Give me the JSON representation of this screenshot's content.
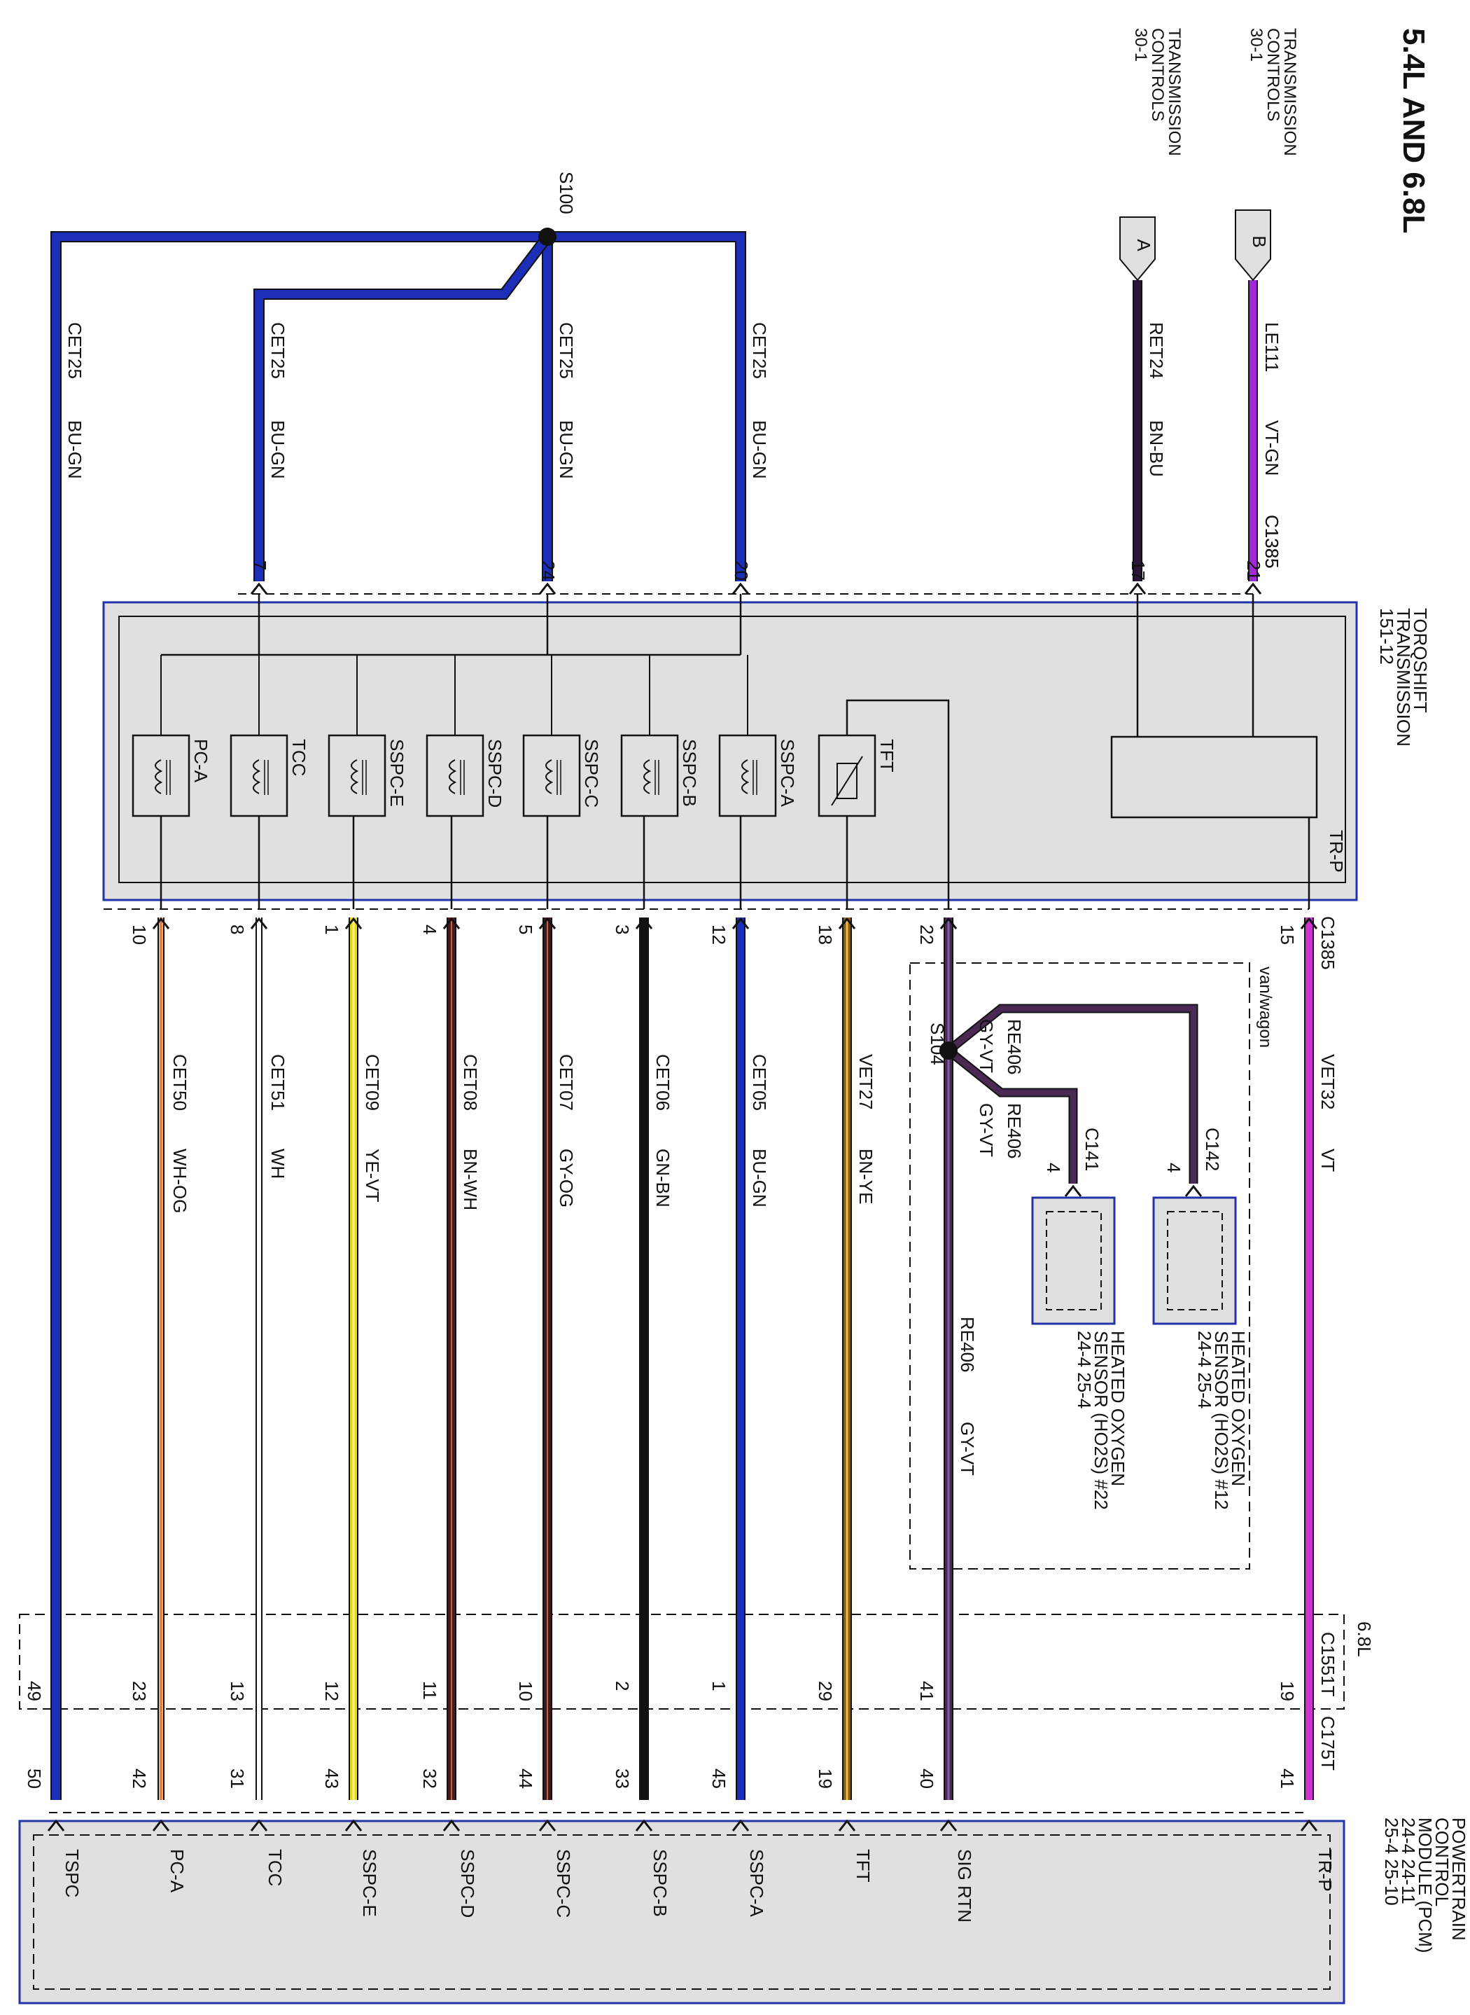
{
  "title": "5.4L AND 6.8L",
  "colors": {
    "BU-GN": "#1c2eb8",
    "VT-GN": "#a02bd6",
    "BN-BU": "#2a1638",
    "VT": "#cc33cc",
    "GY-VT": "#4a2a55",
    "BN-YE": "#8a5a1a",
    "GN-BN": "#111111",
    "GY-OG": "#3a1a1a",
    "BN-WH": "#4a1a1a",
    "YE-VT": "#e8d820",
    "WH": "#ffffff",
    "WH-OG": "#f0b080",
    "box_fill": "#e0e0e0",
    "box_border": "#2233aa"
  },
  "refs": {
    "A": {
      "letter": "A",
      "label": [
        "TRANSMISSION",
        "CONTROLS",
        "30-1"
      ]
    },
    "B": {
      "letter": "B",
      "label": [
        "TRANSMISSION",
        "CONTROLS",
        "30-1"
      ]
    }
  },
  "splices": {
    "s100": "S100",
    "s104": "S104"
  },
  "connectors": {
    "c1385_top": "C1385",
    "c1385_bottom": "C1385",
    "c1551t": "C1551T",
    "c175t": "C175T",
    "c141": "C141",
    "c142": "C142"
  },
  "transmission": {
    "label": [
      "TORQSHIFT",
      "TRANSMISSION",
      "151-12"
    ]
  },
  "pcm": {
    "label": [
      "POWERTRAIN",
      "CONTROL",
      "MODULE (PCM)",
      "24-4    24-11",
      "25-4    25-10"
    ]
  },
  "option_68": "6.8L",
  "vanwagon": "van/wagon",
  "components": [
    "TFT",
    "SSPC-A",
    "SSPC-B",
    "SSPC-C",
    "SSPC-D",
    "SSPC-E",
    "TCC",
    "PC-A"
  ],
  "trp_label": "TR-P",
  "sensors": {
    "ho2s12": {
      "label": [
        "HEATED OXYGEN",
        "SENSOR (HO2S) #12",
        "24-4    25-4"
      ],
      "pin": "4"
    },
    "ho2s22": {
      "label": [
        "HEATED OXYGEN",
        "SENSOR (HO2S) #22",
        "24-4    25-4"
      ],
      "pin": "4"
    }
  },
  "top_wires": [
    {
      "circuit": "LE111",
      "color": "VT-GN",
      "pin": "21",
      "connector": "C1385"
    },
    {
      "circuit": "RET24",
      "color": "BN-BU",
      "pin": "17"
    },
    {
      "circuit": "CET25",
      "color": "BU-GN",
      "pin": "20"
    },
    {
      "circuit": "CET25",
      "color": "BU-GN",
      "pin": "24"
    },
    {
      "circuit": "CET25",
      "color": "BU-GN",
      "pin": "7"
    },
    {
      "circuit": "CET25",
      "color": "BU-GN"
    }
  ],
  "branch_wires": [
    {
      "circuit": "RE406",
      "color": "GY-VT"
    },
    {
      "circuit": "RE406",
      "color": "GY-VT"
    }
  ],
  "bottom_wires": [
    {
      "circuit": "VET32",
      "color": "VT",
      "pin_trans": "15",
      "pin_c1551": "19",
      "pin_pcm": "41",
      "pcm_label": "TR-P"
    },
    {
      "circuit": "RE406",
      "color": "GY-VT",
      "pin_trans": "22",
      "pin_c1551": "41",
      "pin_pcm": "40",
      "pcm_label": "SIG RTN"
    },
    {
      "circuit": "VET27",
      "color": "BN-YE",
      "pin_trans": "18",
      "pin_c1551": "29",
      "pin_pcm": "19",
      "pcm_label": "TFT"
    },
    {
      "circuit": "CET05",
      "color": "BU-GN",
      "pin_trans": "12",
      "pin_c1551": "1",
      "pin_pcm": "45",
      "pcm_label": "SSPC-A"
    },
    {
      "circuit": "CET06",
      "color": "GN-BN",
      "pin_trans": "3",
      "pin_c1551": "2",
      "pin_pcm": "33",
      "pcm_label": "SSPC-B"
    },
    {
      "circuit": "CET07",
      "color": "GY-OG",
      "pin_trans": "5",
      "pin_c1551": "10",
      "pin_pcm": "44",
      "pcm_label": "SSPC-C"
    },
    {
      "circuit": "CET08",
      "color": "BN-WH",
      "pin_trans": "4",
      "pin_c1551": "11",
      "pin_pcm": "32",
      "pcm_label": "SSPC-D"
    },
    {
      "circuit": "CET09",
      "color": "YE-VT",
      "pin_trans": "1",
      "pin_c1551": "12",
      "pin_pcm": "43",
      "pcm_label": "SSPC-E"
    },
    {
      "circuit": "CET51",
      "color": "WH",
      "pin_trans": "8",
      "pin_c1551": "13",
      "pin_pcm": "31",
      "pcm_label": "TCC"
    },
    {
      "circuit": "CET50",
      "color": "WH-OG",
      "pin_trans": "10",
      "pin_c1551": "23",
      "pin_pcm": "42",
      "pcm_label": "PC-A"
    },
    {
      "circuit": "",
      "color": "",
      "pin_trans": "",
      "pin_c1551": "49",
      "pin_pcm": "50",
      "pcm_label": "TSPC"
    }
  ]
}
